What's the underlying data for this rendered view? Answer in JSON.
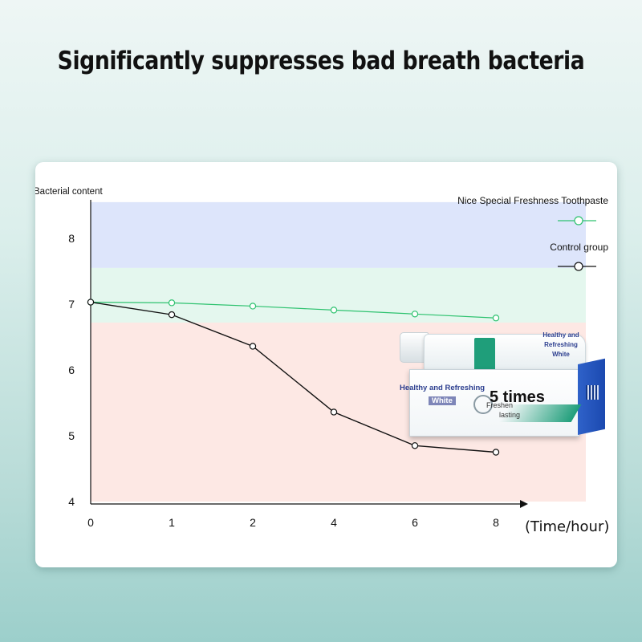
{
  "headline": "Significantly suppresses bad breath bacteria",
  "chart_data": {
    "type": "line",
    "title": "",
    "ylabel": "Bacterial content",
    "xlabel": "(Time/hour)",
    "x": [
      0,
      1,
      2,
      4,
      6,
      8
    ],
    "x_tick_labels": [
      "0",
      "1",
      "2",
      "4",
      "6",
      "8"
    ],
    "y_ticks": [
      4,
      5,
      6,
      7,
      8
    ],
    "ylim": [
      4,
      8.55
    ],
    "series": [
      {
        "name": "Nice Special Freshness Toothpaste",
        "color": "#2ec26f",
        "values": [
          7.03,
          7.02,
          6.97,
          6.91,
          6.85,
          6.79
        ]
      },
      {
        "name": "Control group",
        "color": "#111111",
        "values": [
          7.03,
          6.84,
          6.36,
          5.36,
          4.85,
          4.75
        ]
      }
    ],
    "background_bands": [
      {
        "from": 7.55,
        "to": 8.55,
        "color": "#dde5fb"
      },
      {
        "from": 6.72,
        "to": 7.55,
        "color": "#e4f7ee"
      },
      {
        "from": 4.0,
        "to": 6.72,
        "color": "#fde8e4"
      }
    ],
    "legend_position": "top-right",
    "grid": false
  },
  "product": {
    "tube_text": "Healthy and Refreshing White",
    "box_text_line1": "Healthy and Refreshing",
    "box_text_line2": "White",
    "badge_number": "5 times",
    "badge_sub1": "Freshen",
    "badge_sub2": "lasting"
  },
  "icons": [
    "toothpaste-tube-image",
    "toothpaste-box-image"
  ]
}
